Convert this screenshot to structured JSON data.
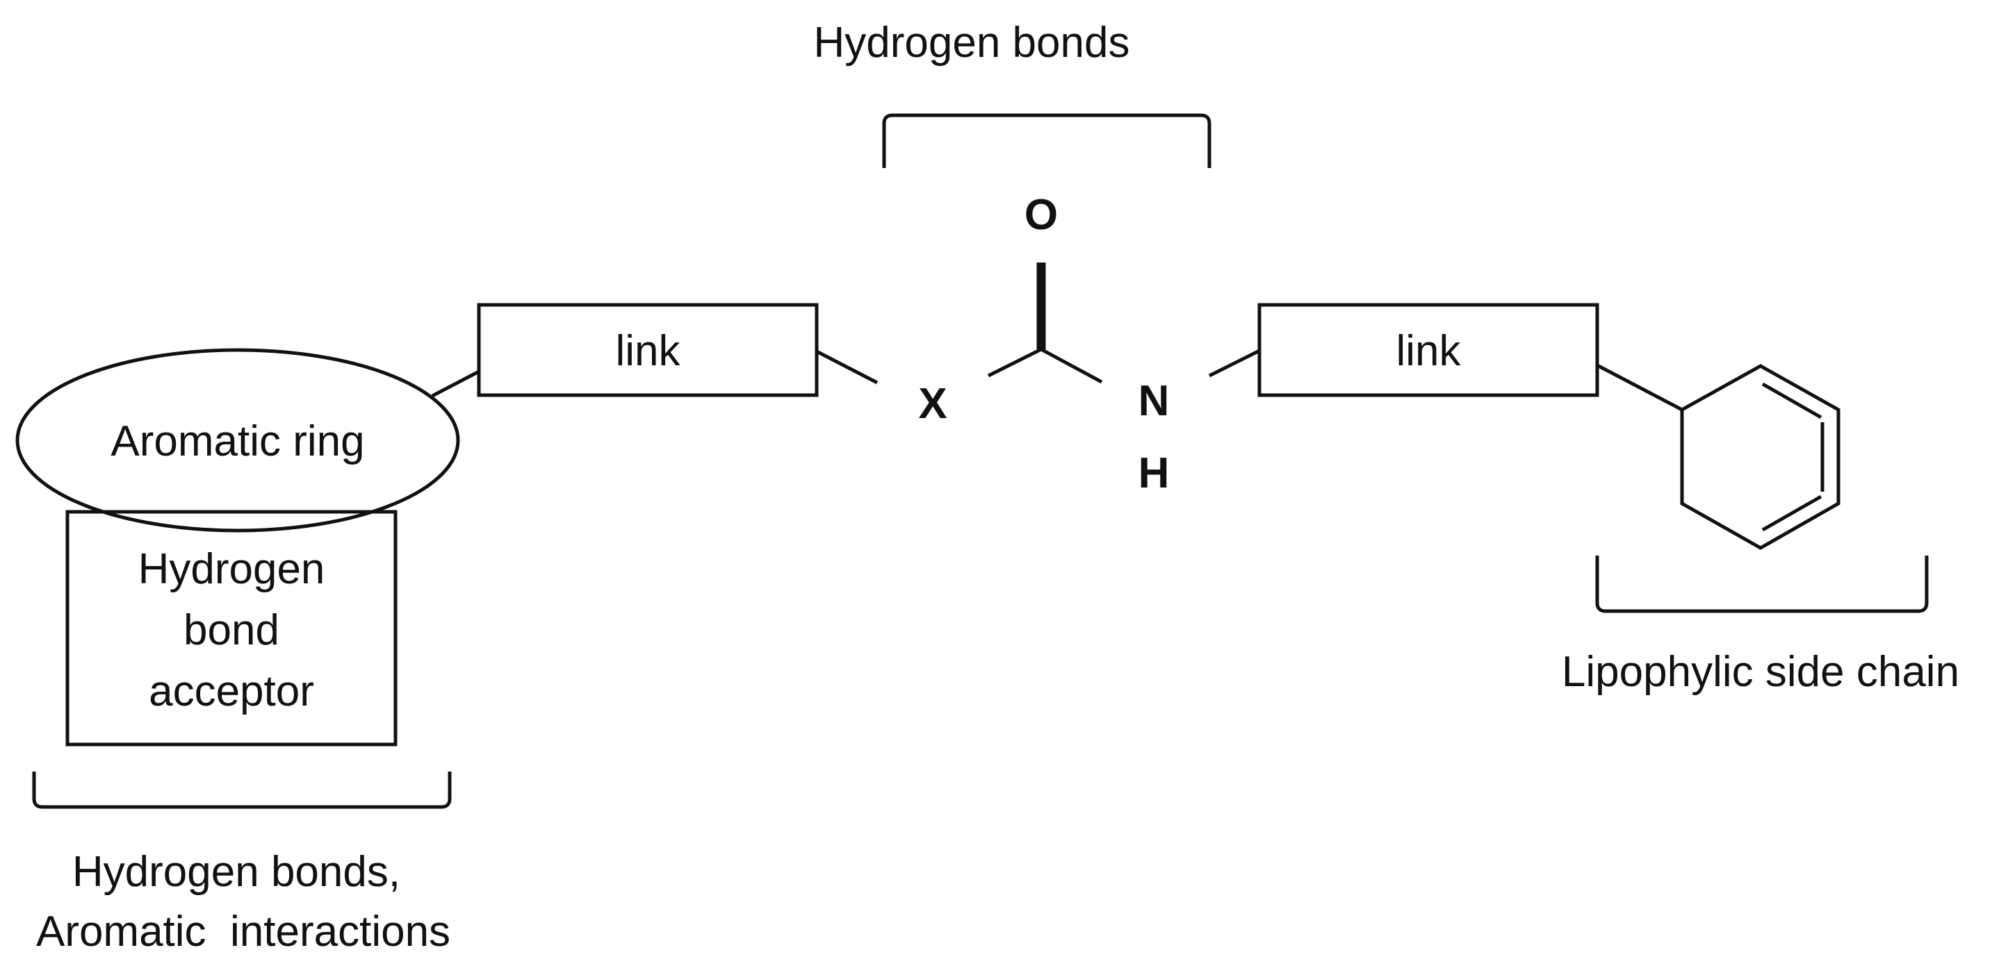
{
  "colors": {
    "line": "#111111",
    "background": "#ffffff"
  },
  "labels": {
    "top_bracket": "Hydrogen bonds",
    "aromatic_ring": "Aromatic ring",
    "acceptor_line1": "Hydrogen",
    "acceptor_line2": "bond",
    "acceptor_line3": "acceptor",
    "left_link": "link",
    "right_link": "link",
    "bottom_left_line1": "Hydrogen bonds,",
    "bottom_left_line2": "Aromatic  interactions",
    "right_bracket": "Lipophylic side chain"
  },
  "atoms": {
    "oxygen": "O",
    "x": "X",
    "nitrogen": "N",
    "hydrogen": "H"
  }
}
